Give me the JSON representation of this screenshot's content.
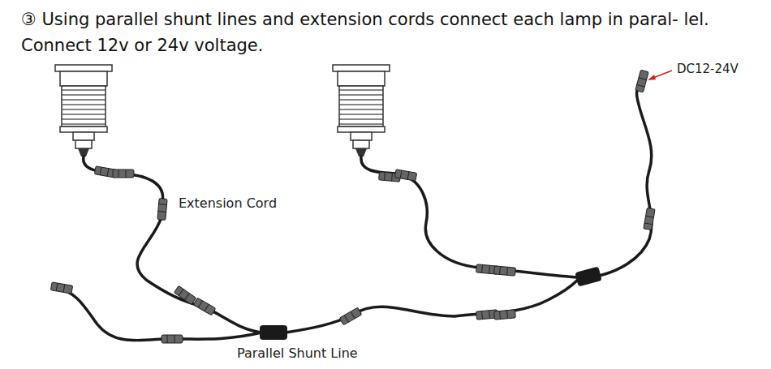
{
  "diagram": {
    "title": "③ Using parallel shunt lines and extension cords connect each lamp in paral- lel. Connect 12v or 24v voltage.",
    "labels": [
      "Extension Cord",
      "Parallel Shunt Line",
      "DC12-24V"
    ]
  }
}
